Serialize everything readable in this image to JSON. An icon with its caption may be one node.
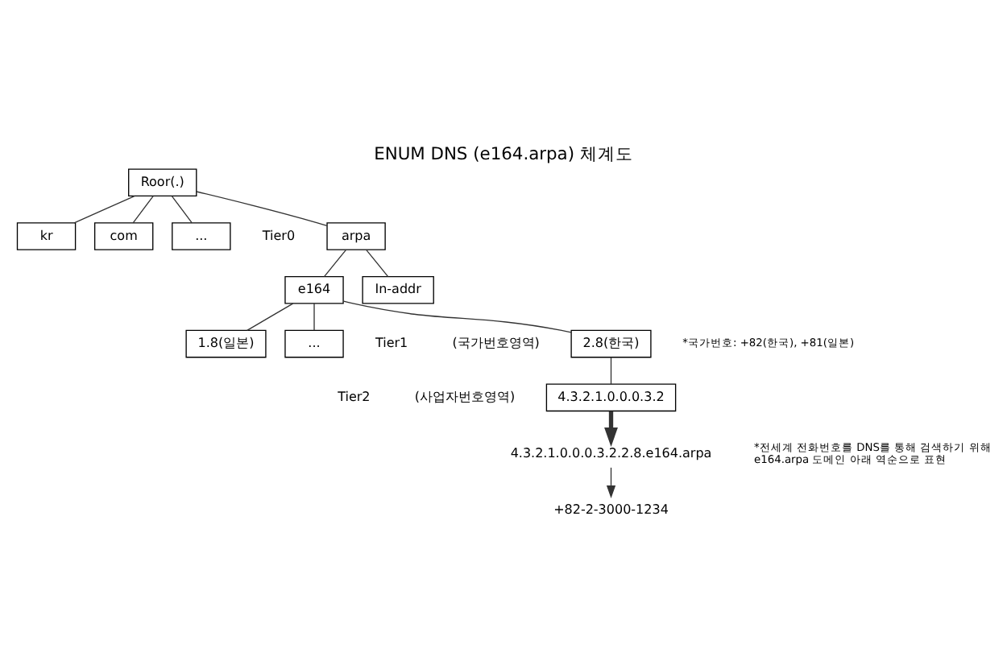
{
  "diagram": {
    "title": "ENUM DNS (e164.arpa) 체계도",
    "nodes": [
      {
        "text": [
          "Roor(.)"
        ]
      },
      {
        "text": [
          "arpa"
        ]
      },
      {
        "text": [
          "kr"
        ]
      },
      {
        "text": [
          "com"
        ]
      },
      {
        "text": [
          "..."
        ]
      },
      {
        "text": [
          "e164"
        ]
      },
      {
        "text": [
          "In-addr"
        ]
      },
      {
        "text": [
          "2.8(한국)"
        ]
      },
      {
        "text": [
          "1.8(일본)"
        ]
      },
      {
        "text": [
          "..."
        ]
      },
      {
        "text": [
          "4.3.2.1.0.0.0.3.2"
        ]
      },
      {
        "text": [
          "4.3.2.1.0.0.0.3.2.2.8.e164.arpa"
        ]
      },
      {
        "text": [
          "+82-2-3000-1234"
        ]
      }
    ],
    "edges": [
      {
        "from": 0,
        "to": 1,
        "arrow": "none"
      },
      {
        "from": 0,
        "to": 2,
        "arrow": "none"
      },
      {
        "from": 0,
        "to": 3,
        "arrow": "none"
      },
      {
        "from": 0,
        "to": 4,
        "arrow": "none"
      },
      {
        "from": 1,
        "to": 5,
        "arrow": "none"
      },
      {
        "from": 1,
        "to": 6,
        "arrow": "none"
      },
      {
        "from": 5,
        "to": 7,
        "arrow": "none"
      },
      {
        "from": 5,
        "to": 8,
        "arrow": "none"
      },
      {
        "from": 5,
        "to": 9,
        "arrow": "none"
      },
      {
        "from": 7,
        "to": 10,
        "arrow": "none"
      },
      {
        "from": 10,
        "to": 11,
        "arrow": "to",
        "style": "thick"
      },
      {
        "from": 11,
        "to": 12,
        "arrow": "to"
      }
    ],
    "labels": [
      "Tier0",
      "Tier1",
      "(국가번호영역)",
      "*국가번호: +82(한국), +81(일본)",
      "Tier2",
      "(사업자번호영역)",
      "*전세계 전화번호를 DNS를 통해 검색하기 위해 e164.arpa 도메인 아래 역순으로 표현"
    ]
  }
}
